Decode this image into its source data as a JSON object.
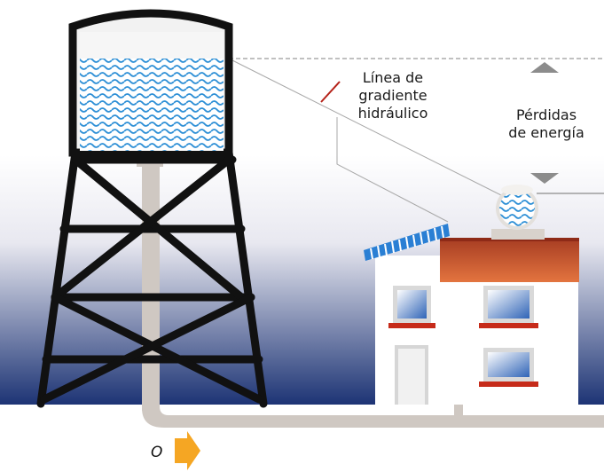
{
  "labels": {
    "hydraulic_gradient_line": [
      "Línea de",
      "gradiente",
      "hidráulico"
    ],
    "energy_losses": [
      "Pérdidas",
      "de energía"
    ],
    "origin": "O"
  },
  "colors": {
    "sky_top": "#ffffff",
    "sky_bottom": "#1c3374",
    "tower": "#111111",
    "pipe": "#cfc8c2",
    "water": "#2d8fd6",
    "roof": "#c04a27",
    "window_sill": "#c62b1a",
    "arrow": "#f5a623",
    "marker": "#8c8c8c"
  },
  "icons": [
    "water-tower-icon",
    "house-icon",
    "solar-panel-icon",
    "rooftop-tank-icon",
    "arrow-up-icon",
    "arrow-down-icon",
    "flow-arrow-icon"
  ]
}
